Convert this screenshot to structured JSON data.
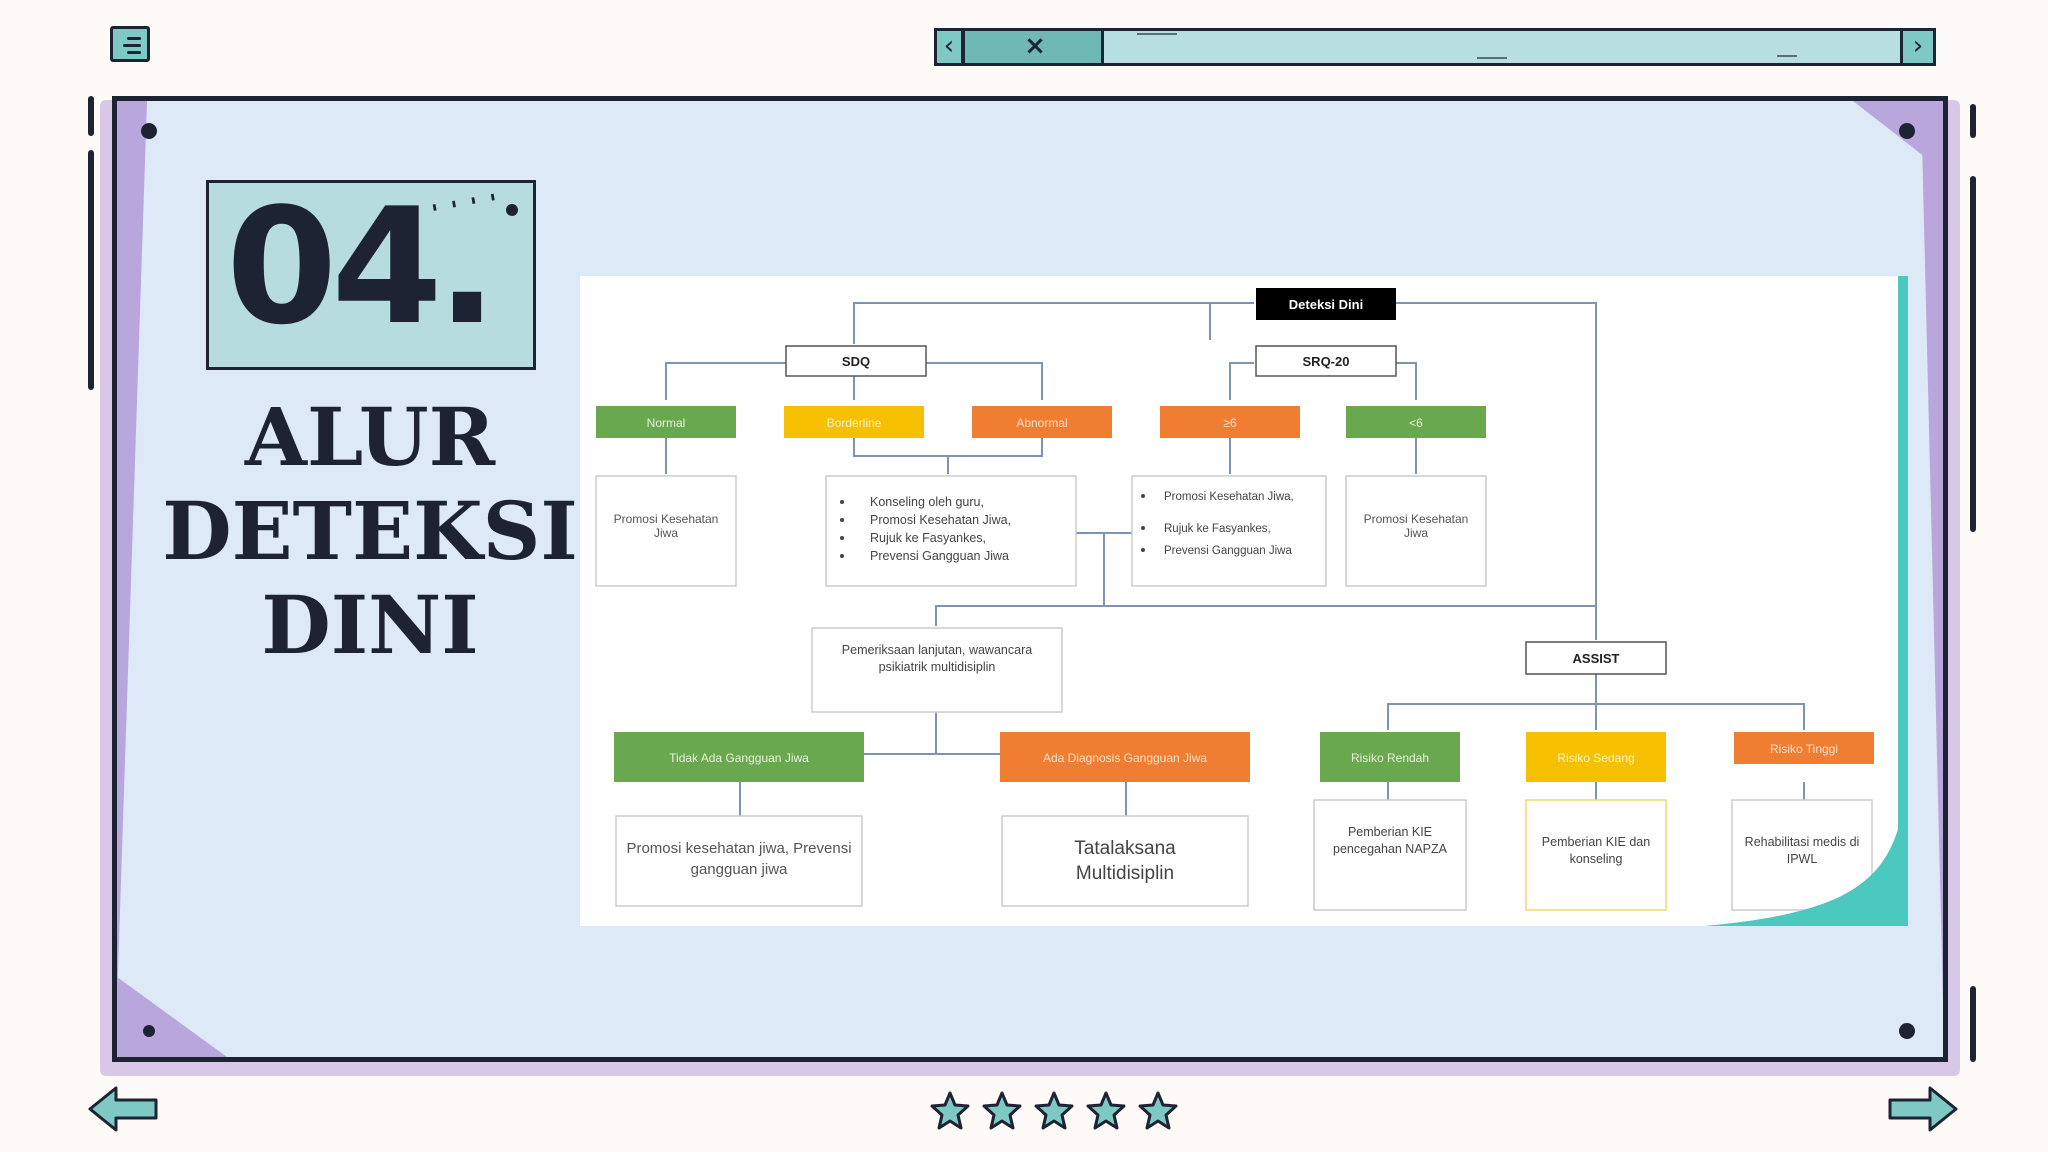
{
  "slide": {
    "number": "04.",
    "title_lines": [
      "ALUR",
      "DETEKSI",
      "DINI"
    ]
  },
  "toolbar": {
    "tab_close_symbol": "×",
    "left_chevron": "‹",
    "right_chevron": "›"
  },
  "diagram": {
    "root": "Deteksi Dini",
    "sdq": "SDQ",
    "srq": "SRQ-20",
    "sdq_results": [
      "Normal",
      "Borderline",
      "Abnormal"
    ],
    "srq_results": [
      "≥6",
      "<6"
    ],
    "normal_action": "Promosi Kesehatan Jiwa",
    "borderline_actions": [
      "Konseling oleh guru,",
      "Promosi Kesehatan Jiwa,",
      "Rujuk ke Fasyankes,",
      "Prevensi Gangguan Jiwa"
    ],
    "srq_high_actions": [
      "Promosi Kesehatan Jiwa,",
      "Rujuk ke Fasyankes,",
      "Prevensi Gangguan Jiwa"
    ],
    "srq_low_action": "Promosi Kesehatan Jiwa",
    "followup": "Pemeriksaan lanjutan, wawancara psikiatrik multidisiplin",
    "assist": "ASSIST",
    "no_disorder": "Tidak Ada Gangguan Jiwa",
    "diagnosis": "Ada Diagnosis Gangguan Jiwa",
    "risk_low": "Risiko Rendah",
    "risk_mid": "Risiko Sedang",
    "risk_high": "Risiko Tinggi",
    "no_disorder_action": "Promosi kesehatan jiwa, Prevensi gangguan jiwa",
    "diagnosis_action": "Tatalaksana Multidisiplin",
    "risk_low_action": "Pemberian KIE pencegahan NAPZA",
    "risk_mid_action": "Pemberian KIE dan konseling",
    "risk_high_action": "Rehabilitasi medis di IPWL"
  },
  "colors": {
    "green": "#6aa84f",
    "yellow": "#f5c000",
    "orange": "#ef7d32",
    "ink": "#1d2333",
    "teal": "#7ec9c4",
    "lilac": "#b9a6dc"
  },
  "icons": [
    "menu-icon",
    "chevron-left-icon",
    "chevron-right-icon",
    "close-icon",
    "star-icon",
    "arrow-left-icon",
    "arrow-right-icon"
  ]
}
